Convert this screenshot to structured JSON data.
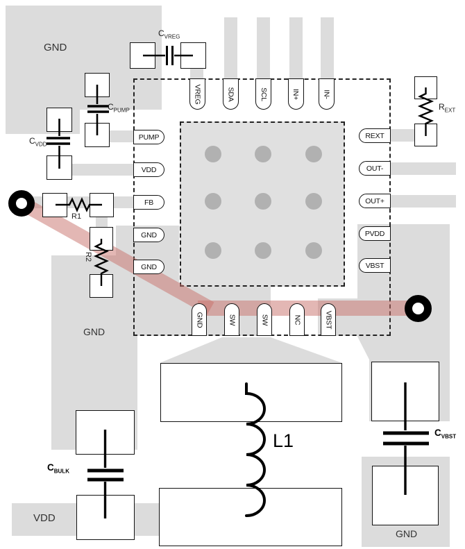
{
  "diagram": {
    "type": "pcb-layout-example",
    "chip": {
      "pins": {
        "top": [
          "VREG",
          "SDA",
          "SCL",
          "IN+",
          "IN-"
        ],
        "left": [
          "PUMP",
          "VDD",
          "FB",
          "GND",
          "GND"
        ],
        "right": [
          "REXT",
          "OUT-",
          "OUT+",
          "PVDD",
          "VBST"
        ],
        "bottom": [
          "GND",
          "SW",
          "SW",
          "NC",
          "VBST"
        ]
      }
    },
    "components": {
      "c_vreg": {
        "prefix": "C",
        "sub": "VREG"
      },
      "c_pump": {
        "prefix": "C",
        "sub": "PUMP"
      },
      "c_vdd": {
        "prefix": "C",
        "sub": "VDD"
      },
      "c_bulk": {
        "prefix": "C",
        "sub": "BULK"
      },
      "c_vbst": {
        "prefix": "C",
        "sub": "VBST"
      },
      "r_ext": {
        "prefix": "R",
        "sub": "EXT"
      },
      "r1": "R1",
      "r2": "R2",
      "l1": "L1"
    },
    "plane_labels": {
      "gnd_top_left": "GND",
      "gnd_left": "GND",
      "gnd_bottom_right": "GND",
      "vdd_bottom": "VDD"
    },
    "colors": {
      "copper_pour": "#dcdcdc",
      "thermal_pad": "#e0e0e0",
      "thermal_dot": "#b1b1b1",
      "highlight_trace": "#c8706a",
      "via": "#000000"
    }
  }
}
